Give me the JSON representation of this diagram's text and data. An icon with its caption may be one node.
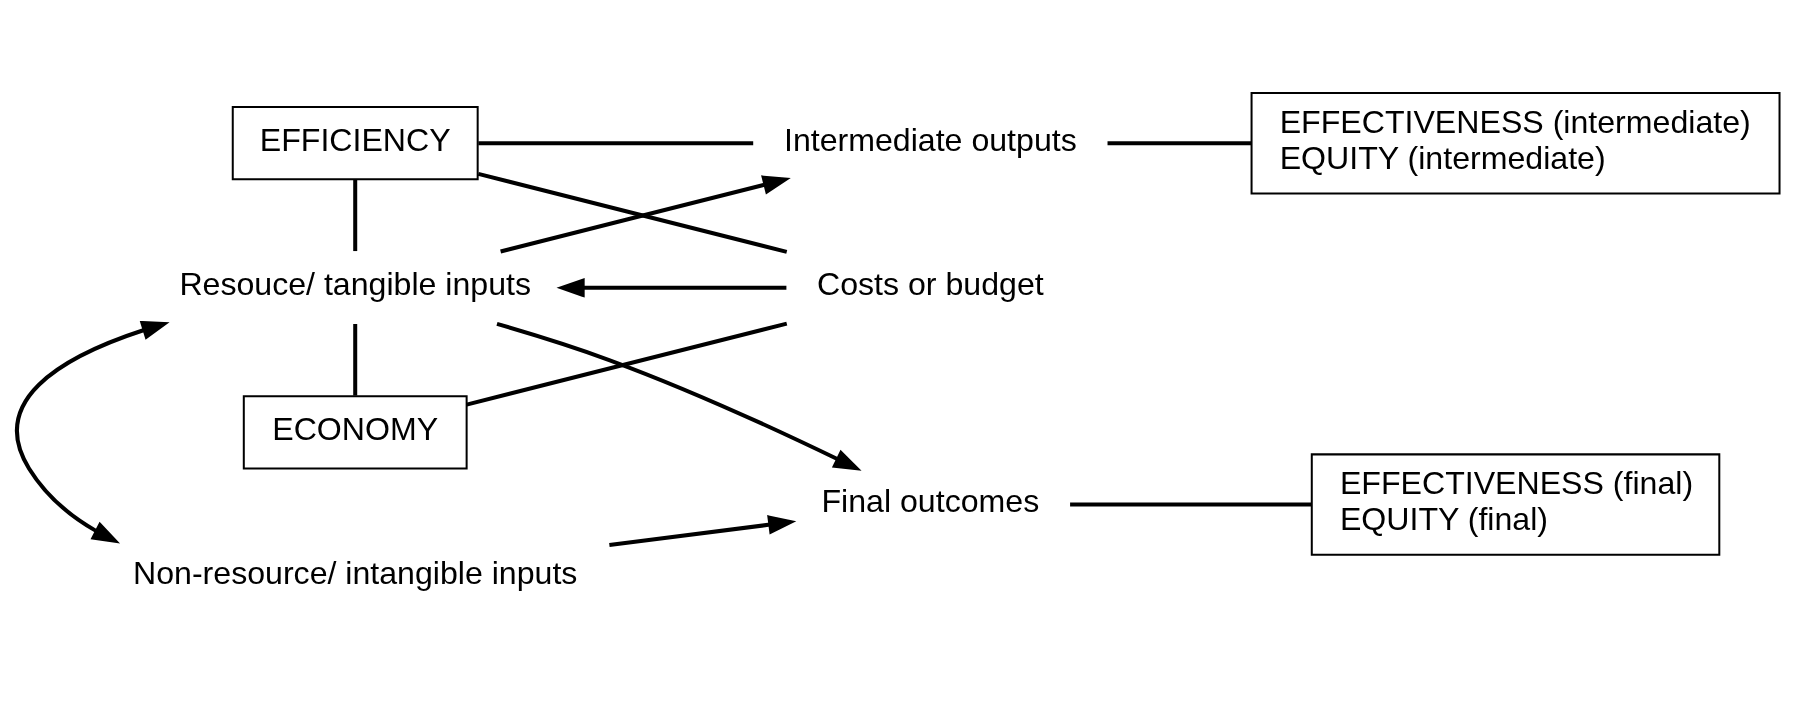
{
  "diagram": {
    "nodes": [
      {
        "text": [
          "EFFICIENCY"
        ]
      },
      {
        "text": [
          "Costs or budget"
        ]
      },
      {
        "text": [
          "Resouce/ tangible inputs"
        ]
      },
      {
        "text": [
          "Intermediate outputs"
        ]
      },
      {
        "text": [
          "EFFECTIVENESS (intermediate)",
          "EQUITY (intermediate)"
        ]
      },
      {
        "text": [
          "ECONOMY"
        ]
      },
      {
        "text": [
          "Non-resource/ intangible inputs"
        ]
      },
      {
        "text": [
          "Final outcomes"
        ]
      },
      {
        "text": [
          "EFFECTIVENESS (final)",
          "EQUITY (final)"
        ]
      }
    ],
    "edges": [
      {
        "from": 0,
        "to": 1,
        "arrow": "none"
      },
      {
        "from": 0,
        "to": 2,
        "arrow": "none"
      },
      {
        "from": 0,
        "to": 3,
        "arrow": "none"
      },
      {
        "from": 1,
        "to": 2,
        "arrow": "to"
      },
      {
        "from": 2,
        "to": 3,
        "arrow": "to"
      },
      {
        "from": 3,
        "to": 4,
        "arrow": "none"
      },
      {
        "from": 1,
        "to": 5,
        "arrow": "none"
      },
      {
        "from": 2,
        "to": 5,
        "arrow": "none"
      },
      {
        "from": 2,
        "to": 6,
        "arrow": "both"
      },
      {
        "from": 2,
        "to": 7,
        "arrow": "to"
      },
      {
        "from": 6,
        "to": 7,
        "arrow": "to"
      },
      {
        "from": 7,
        "to": 8,
        "arrow": "none"
      }
    ]
  }
}
